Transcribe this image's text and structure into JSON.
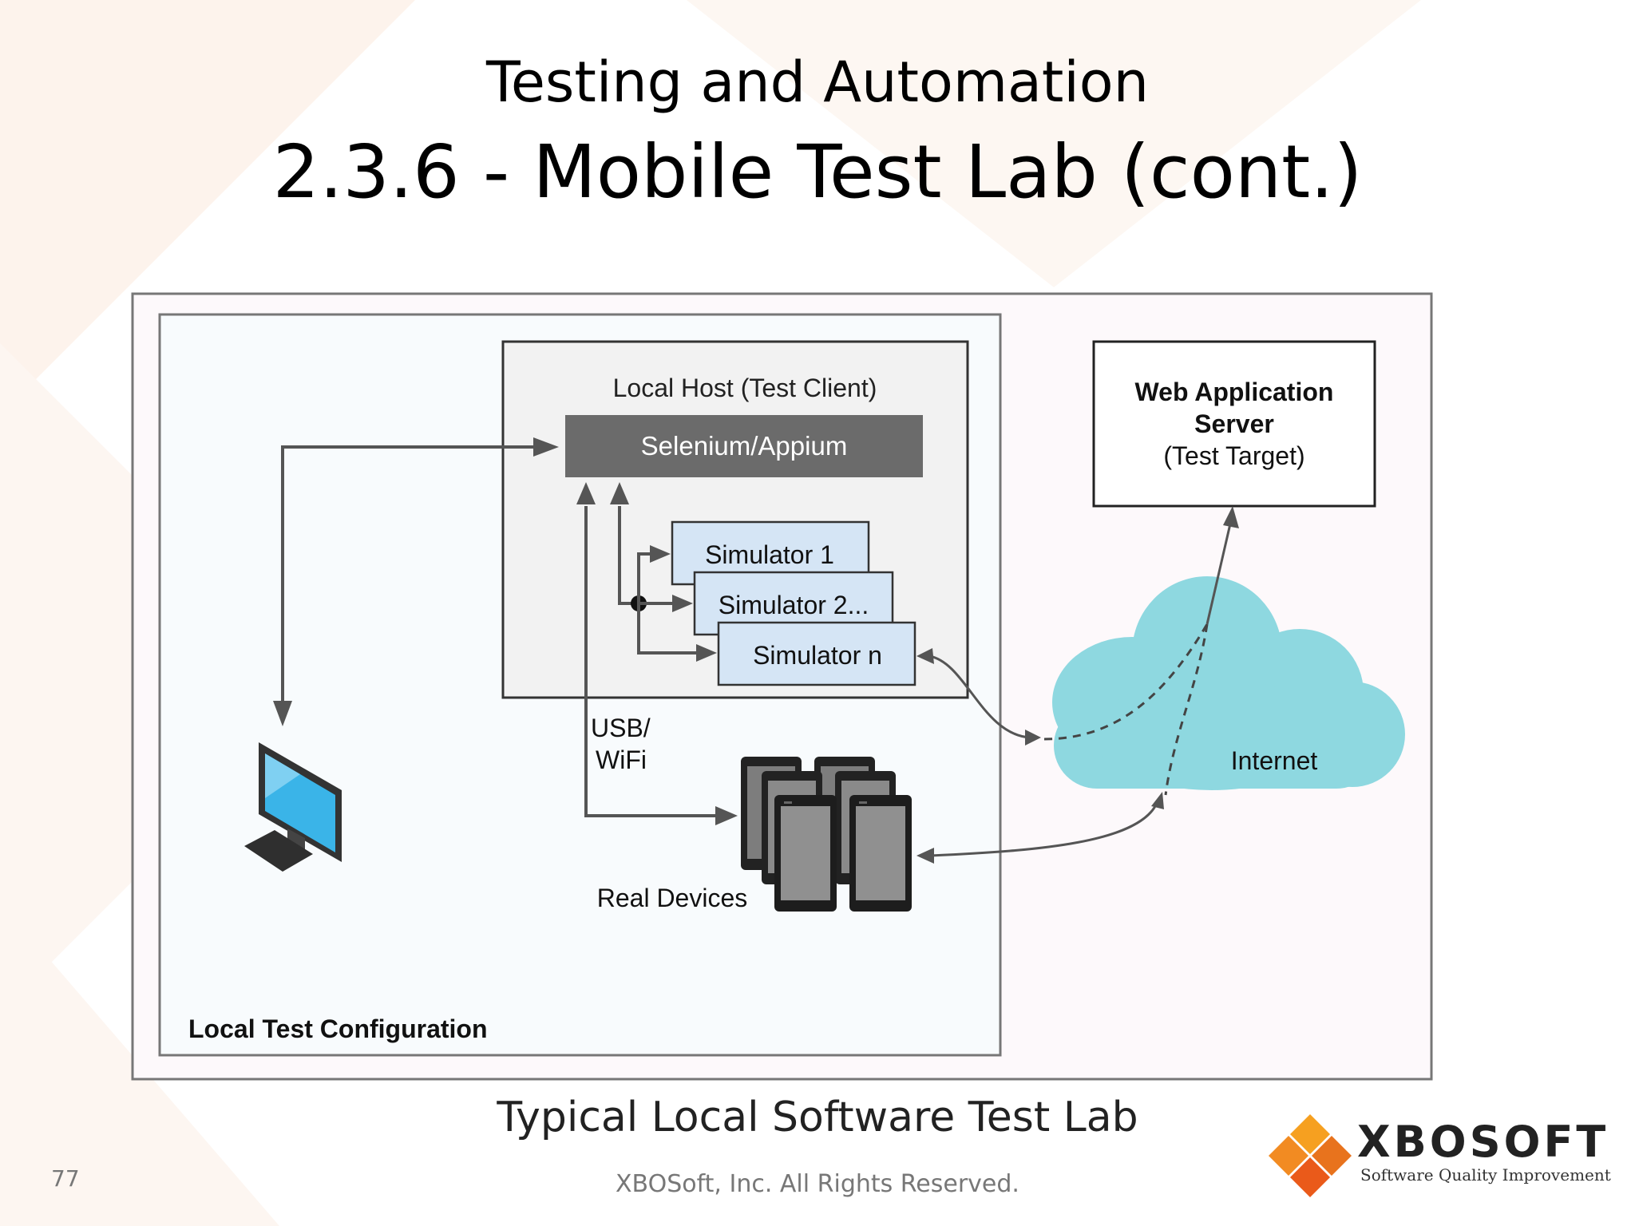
{
  "slide": {
    "subtitle": "Testing and Automation",
    "title": "2.3.6 - Mobile Test Lab (cont.)",
    "caption": "Typical Local Software Test Lab",
    "footer": "XBOSoft, Inc. All Rights Reserved.",
    "page_number": "77"
  },
  "diagram": {
    "local_host_label": "Local Host (Test Client)",
    "selenium_label": "Selenium/Appium",
    "simulators": [
      "Simulator 1",
      "Simulator 2...",
      "Simulator n"
    ],
    "usb_label_line1": "USB/",
    "usb_label_line2": "WiFi",
    "real_devices_label": "Real Devices",
    "internet_label": "Internet",
    "server_line1": "Web Application",
    "server_line2": "Server",
    "server_line3": "(Test Target)",
    "local_config_label": "Local Test Configuration"
  },
  "logo": {
    "name": "XBOSOFT",
    "tagline": "Software Quality Improvement"
  },
  "colors": {
    "selenium_fill": "#6b6b6b",
    "simulator_fill": "#d5e5f5",
    "cloud_fill": "#8ed8e0",
    "logo_orange": "#f08a24"
  }
}
